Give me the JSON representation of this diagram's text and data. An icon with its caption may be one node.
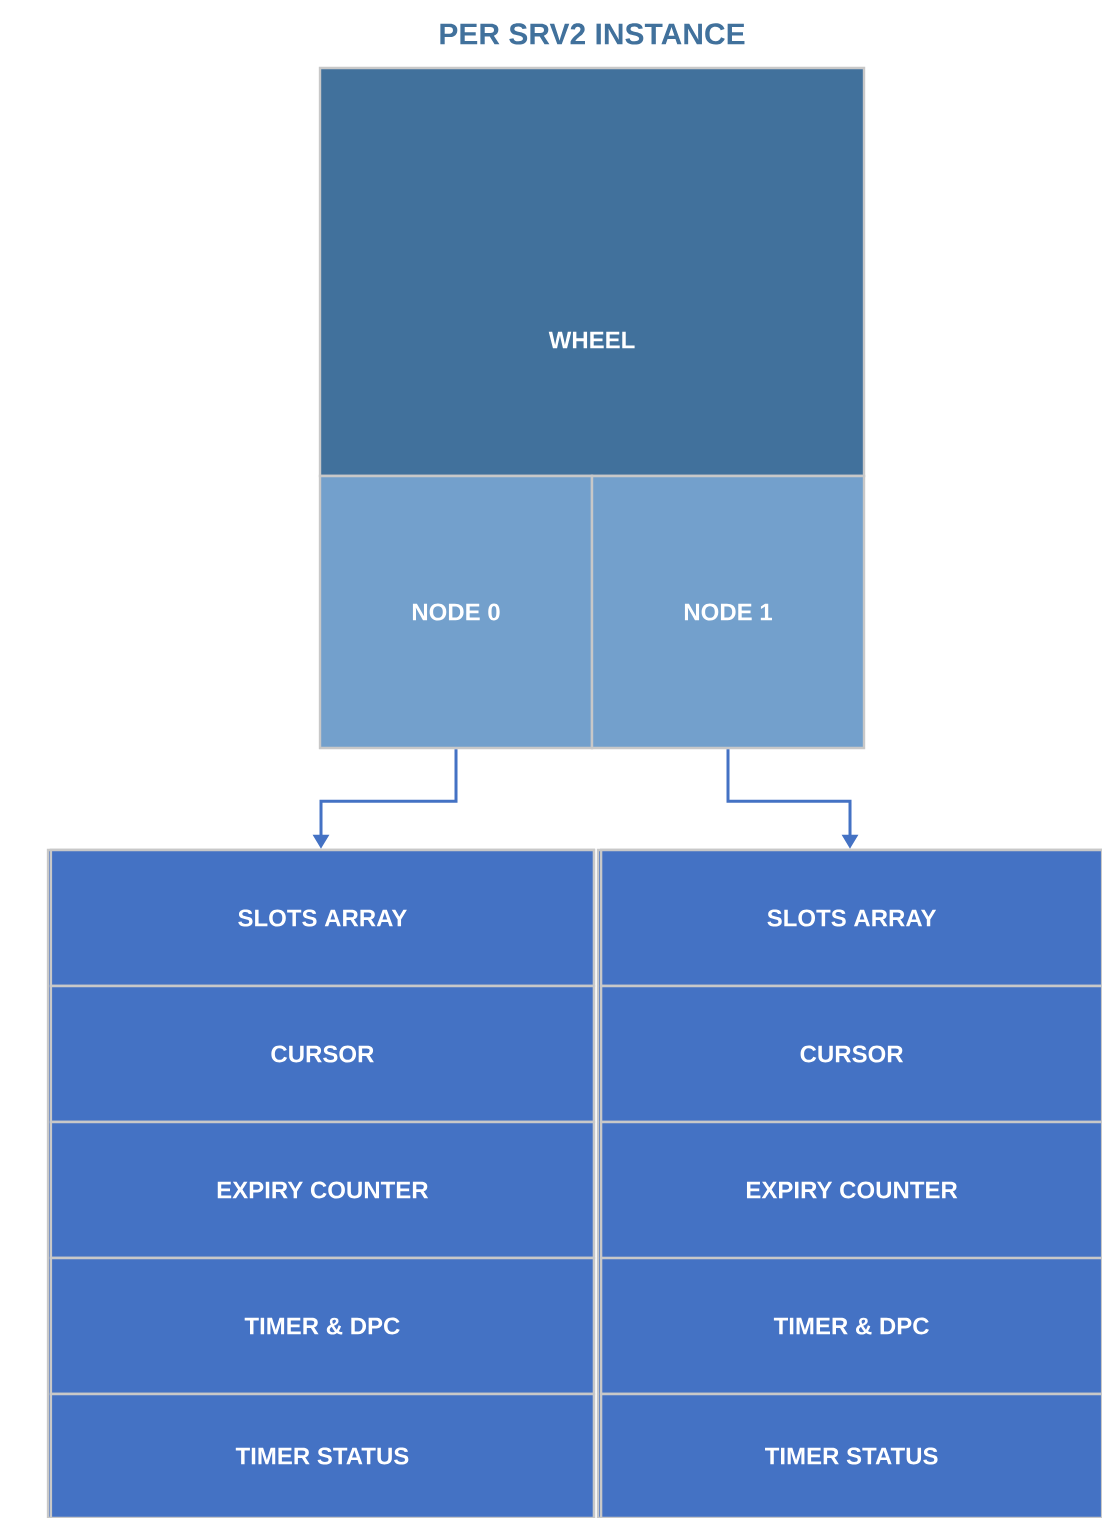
{
  "diagram": {
    "title": "PER SRV2 INSTANCE",
    "nodes": [
      {
        "text": [
          "WHEEL"
        ]
      },
      {
        "text": [
          "NODE 0"
        ]
      },
      {
        "text": [
          "NODE 1"
        ]
      },
      {
        "text": [],
        "shape": "box"
      },
      {
        "text": [
          "SLOTS ARRAY"
        ],
        "in": 3
      },
      {
        "text": [
          "CURSOR"
        ],
        "in": 3
      },
      {
        "text": [
          "EXPIRY COUNTER"
        ],
        "in": 3
      },
      {
        "text": [
          "TIMER & DPC"
        ],
        "in": 3
      },
      {
        "text": [
          "TIMER STATUS"
        ],
        "in": 3
      },
      {
        "text": [],
        "shape": "box"
      },
      {
        "text": [
          "SLOTS ARRAY"
        ],
        "in": 9
      },
      {
        "text": [
          "CURSOR"
        ],
        "in": 9
      },
      {
        "text": [
          "EXPIRY COUNTER"
        ],
        "in": 9
      },
      {
        "text": [
          "TIMER & DPC"
        ],
        "in": 9
      },
      {
        "text": [
          "TIMER STATUS"
        ],
        "in": 9
      }
    ],
    "edges": [
      {
        "from": 1,
        "to": 3,
        "arrow": "to"
      },
      {
        "from": 2,
        "to": 9,
        "arrow": "to"
      }
    ]
  }
}
